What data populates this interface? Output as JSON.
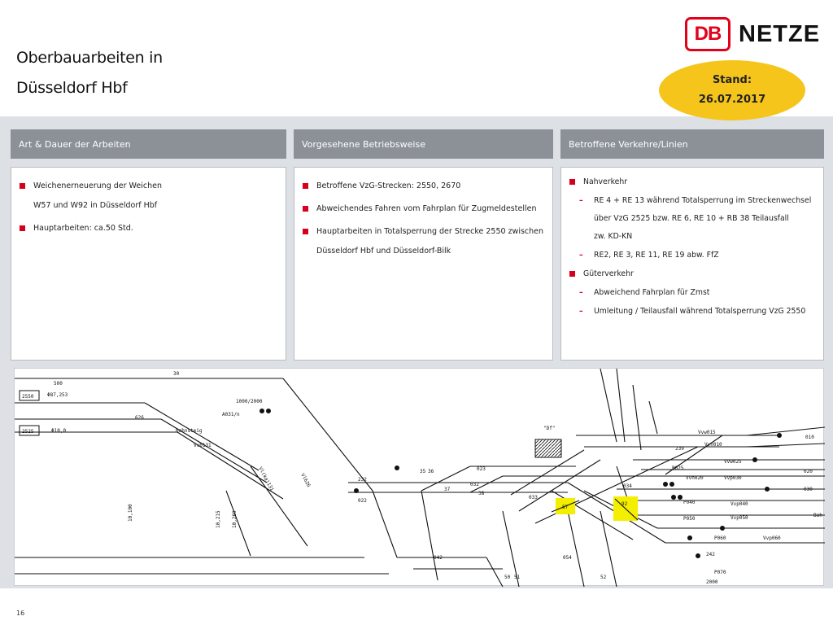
{
  "header": {
    "title_line1": "Oberbauarbeiten in",
    "title_line2": "Düsseldorf Hbf",
    "logo_db": "DB",
    "logo_netze": "NETZE",
    "stand_label": "Stand:",
    "stand_date": "26.07.2017"
  },
  "columns": [
    {
      "heading": "Art & Dauer der Arbeiten",
      "items": [
        {
          "text": "Weichenerneuerung der Weichen",
          "cont": "W57 und  W92 in Düsseldorf Hbf"
        },
        {
          "text": "Hauptarbeiten: ca.50 Std."
        }
      ]
    },
    {
      "heading": "Vorgesehene Betriebsweise",
      "items": [
        {
          "text": "Betroffene VzG-Strecken: 2550, 2670"
        },
        {
          "text": "Abweichendes Fahren vom Fahrplan für Zugmeldestellen"
        },
        {
          "text": "Hauptarbeiten in Totalsperrung der Strecke 2550 zwischen",
          "cont": "Düsseldorf Hbf und Düsseldorf-Bilk"
        }
      ]
    },
    {
      "heading": "Betroffene Verkehre/Linien",
      "groups": [
        {
          "label": "Nahverkehr",
          "subs": [
            {
              "text": "RE 4 + RE 13 während Totalsperrung im Streckenwechsel",
              "cont1": "über VzG 2525 bzw. RE 6, RE 10 + RB 38 Teilausfall",
              "cont2": "zw. KD-KN"
            },
            {
              "text": "RE2, RE 3, RE 11, RE 19 abw. FfZ"
            }
          ]
        },
        {
          "label": "Güterverkehr",
          "subs": [
            {
              "text": "Abweichend Fahrplan für Zmst"
            },
            {
              "text": "Umleitung / Teilausfall während Totalsperrung VzG 2550"
            }
          ]
        }
      ]
    }
  ],
  "diagram": {
    "lines": [
      "2550",
      "2525"
    ],
    "labels": {
      "n500": "500",
      "n87253": "Φ87,253",
      "n100": "Φ10,0",
      "n30": "30",
      "n626": "626",
      "a031": "A031/n",
      "r1000": "1000/2000",
      "bahnsteig": "Bahnsteig",
      "vvb131": "Vvb131",
      "vlkb": "Vl(ka)131",
      "vl626": "Vl626",
      "km10100": "10,100",
      "km10215": "10,215",
      "km10269": "10,269",
      "df": "\"Df\"",
      "s232": "232",
      "s022": "022",
      "s023": "023",
      "s032": "032",
      "s033": "033",
      "s034": "034",
      "s035": "35",
      "s036": "36",
      "s037": "37",
      "s038": "38",
      "s042": "042",
      "s054": "054",
      "s050": "50",
      "s051": "51",
      "s052": "52",
      "s057": "57",
      "s092": "92",
      "vvw015": "Vvw015",
      "vvn010": "Vvn010",
      "vvw025": "Vvw025",
      "vvn020": "Vvn020",
      "vvp030": "Vvp030",
      "vvp040": "Vvp040",
      "vvp050": "Vvp050",
      "vvp060": "Vvp060",
      "p239": "239",
      "p025": "P025",
      "p040": "P040",
      "p050": "P050",
      "p060": "P060",
      "p070": "P070",
      "p242": "242",
      "t010": "010",
      "t020": "020",
      "t030": "030",
      "bah": "Bah",
      "t2000": "2000"
    }
  },
  "page_number": "16",
  "colors": {
    "db_red": "#e3001b",
    "badge_yellow": "#f5c51c",
    "header_gray": "#8c9097",
    "band_gray": "#dde1e6",
    "highlight": "#f4ee00"
  }
}
